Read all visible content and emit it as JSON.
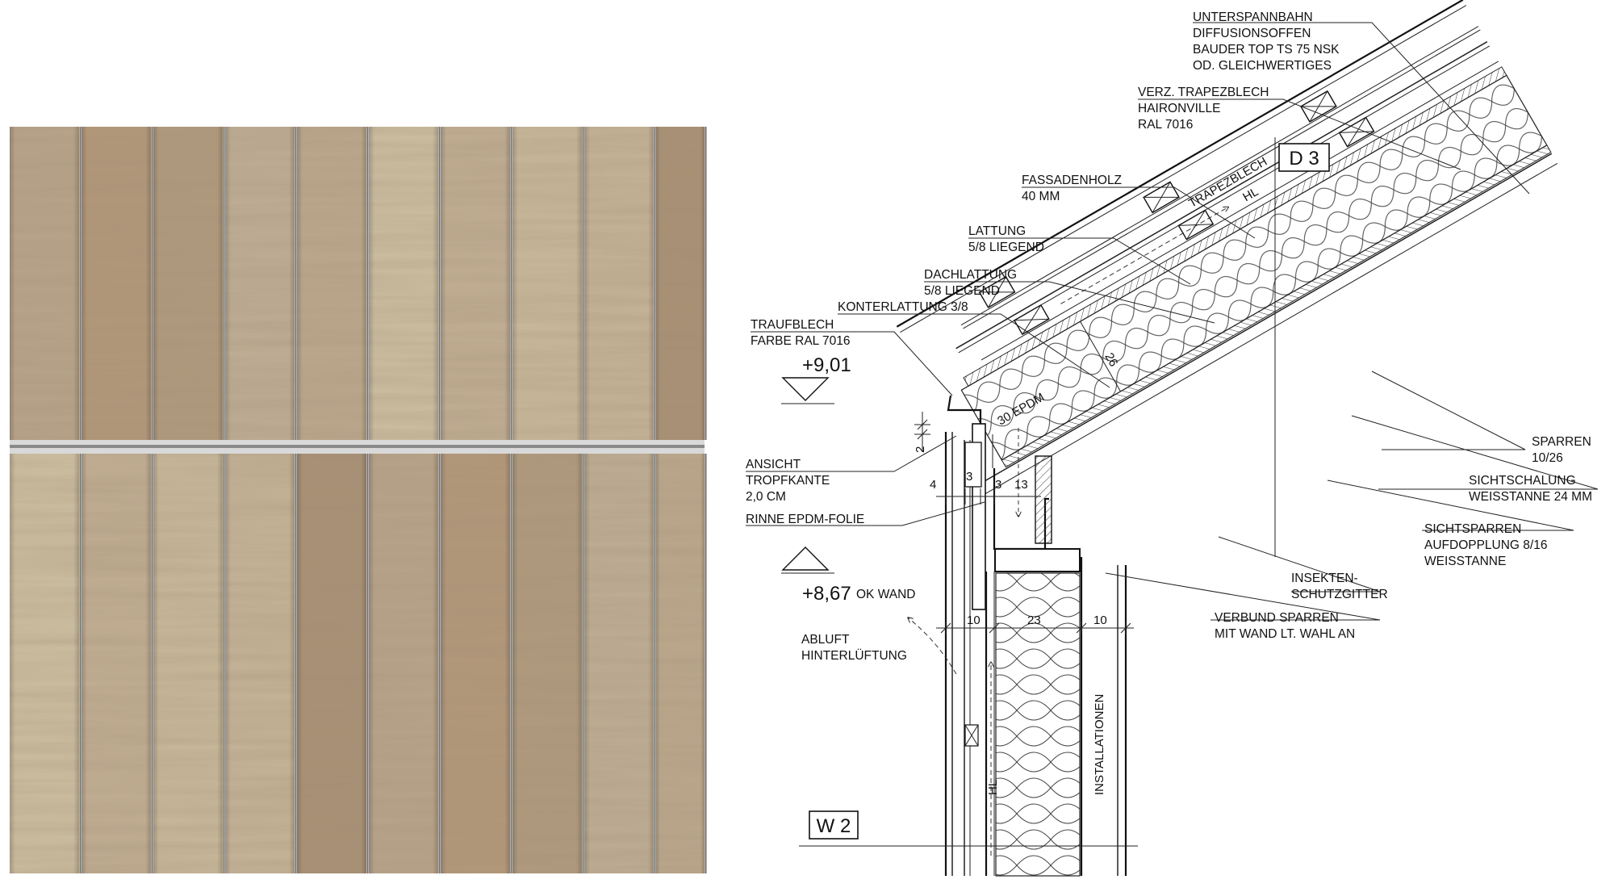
{
  "labels": {
    "unterspannbahn": [
      "UNTERSPANNBAHN",
      "DIFFUSIONSOFFEN",
      "BAUDER TOP TS 75 NSK",
      "OD. GLEICHWERTIGES"
    ],
    "trapezblech_label": [
      "VERZ. TRAPEZBLECH",
      "HAIRONVILLE",
      "RAL 7016"
    ],
    "fassadenholz": [
      "FASSADENHOLZ",
      "40 MM"
    ],
    "lattung": [
      "LATTUNG",
      "5/8 LIEGEND"
    ],
    "dachlattung": [
      "DACHLATTUNG",
      "5/8 LIEGEND"
    ],
    "konterlattung": [
      "KONTERLATTUNG 3/8"
    ],
    "traufblech": [
      "TRAUFBLECH",
      "FARBE RAL 7016"
    ],
    "ansicht": [
      "ANSICHT",
      "TROPFKANTE",
      "2,0 CM"
    ],
    "rinne": [
      "RINNE EPDM-FOLIE"
    ],
    "abluft": [
      "ABLUFT",
      "HINTERLÜFTUNG"
    ],
    "sparren": [
      "SPARREN",
      "10/26"
    ],
    "sichtschalung": [
      "SICHTSCHALUNG",
      "WEISSTANNE 24 MM"
    ],
    "sichtsparren": [
      "SICHTSPARREN",
      "AUFDOPPLUNG 8/16",
      "WEISSTANNE"
    ],
    "insekten": [
      "INSEKTEN-",
      "SCHUTZGITTER"
    ],
    "verbund": [
      "VERBUND SPARREN",
      "MIT WAND LT. WAHL AN"
    ]
  },
  "levels": {
    "top": "+9,01",
    "bottom": "+8,67",
    "bottom_suffix": "OK WAND"
  },
  "tags": {
    "roof": "D 3",
    "wall": "W 2"
  },
  "inline_texts": {
    "trapezblech": "TRAPEZBLECH",
    "hl_roof": "HL",
    "hl_wall": "HL",
    "epdm": "30 EPDM",
    "installationen": "INSTALLATIONEN"
  },
  "dimensions": {
    "d2": "2",
    "d4": "4",
    "d3a": "3",
    "d3b": "3",
    "d13": "13",
    "d26": "26",
    "d10a": "10",
    "d23": "23",
    "d10b": "10"
  }
}
